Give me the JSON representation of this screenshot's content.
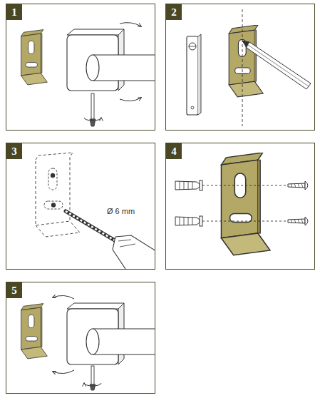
{
  "diagram": {
    "nodes": [
      {
        "text": [
          "1"
        ]
      },
      {
        "text": [
          "2"
        ]
      },
      {
        "text": [
          "3"
        ]
      },
      {
        "text": [
          "4"
        ]
      },
      {
        "text": [
          "5"
        ]
      }
    ],
    "labels": [
      "Ø 6 mm"
    ]
  }
}
